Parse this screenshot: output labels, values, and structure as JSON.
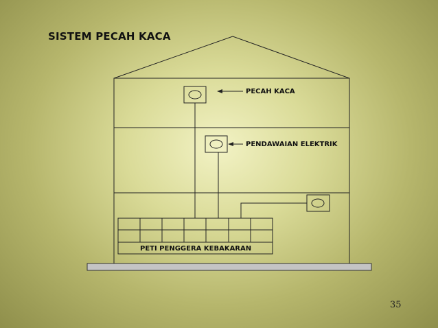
{
  "slide": {
    "title": "SISTEM PECAH KACA",
    "page_number": "35"
  },
  "diagram": {
    "labels": {
      "pecah_kaca": "PECAH KACA",
      "pendawaian": "PENDAWAIAN ELEKTRIK",
      "panel": "PETI PENGGERA KEBAKARAN"
    }
  }
}
